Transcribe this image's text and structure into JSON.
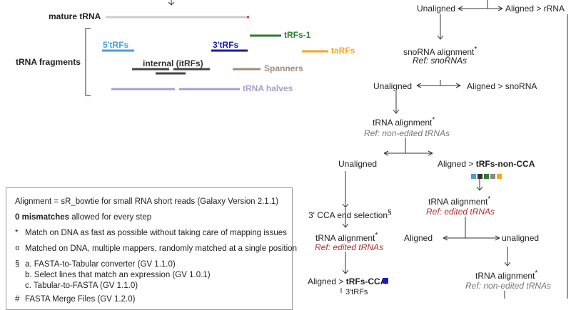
{
  "left_diagram": {
    "mature_label": "mature tRNA",
    "fragments_label": "tRNA fragments",
    "labels": {
      "five_trfs": "5'tRFs",
      "three_trfs": "3'tRFs",
      "trfs1": "tRFs-1",
      "tarfs": "taRFs",
      "internal": "internal (itRFs)",
      "spanners": "Spanners",
      "halves": "tRNA halves"
    },
    "colors": {
      "mature": "#cccccc",
      "mature_end": "#d9363e",
      "five_trfs": "#4a9fd8",
      "three_trfs": "#1a1aa6",
      "trfs1": "#2e7d32",
      "tarfs": "#f5a623",
      "internal": "#444444",
      "spanners": "#a08c7a",
      "halves": "#a99fd0"
    }
  },
  "legend": {
    "line1": "Alignment = sR_bowtie for small RNA short reads (Galaxy Version 2.1.1)",
    "line2_bold": "0 mismatches",
    "line2_rest": " allowed for every step",
    "star_symbol": "*",
    "star_text": "Match on DNA as fast as possible without taking care of mapping issues",
    "curr_symbol": "¤",
    "curr_text": "Matched on DNA, multiple mappers, randomly matched at a single position",
    "sect_symbol": "§",
    "sect_a": "a. FASTA-to-Tabular converter (GV 1.1.0)",
    "sect_b": "b. Select lines that match an expression (GV 1.0.1)",
    "sect_c": "c. Tabular-to-FASTA (GV 1.1.0)",
    "hash_symbol": "#",
    "hash_text": "FASTA Merge Files (GV 1.2.0)"
  },
  "flow": {
    "unaligned_1": "Unaligned",
    "aligned_rrna": "Aligned > rRNA",
    "snorna_alignment": "snoRNA alignment",
    "snorna_ref": "Ref: snoRNAs",
    "unaligned_2": "Unaligned",
    "aligned_snorna": "Aligned > snoRNA",
    "trna_alignment_1": "tRNA alignment",
    "ref_non_edited_1": "Ref: non-edited tRNAs",
    "unaligned_3": "Unaligned",
    "aligned_prefix": "Aligned > ",
    "trfs_non_cca": "tRFs-non-CCA",
    "cca_selection": "3' CCA end selection",
    "trna_alignment_2": "tRNA alignment",
    "ref_edited_1": "Ref: edited tRNAs",
    "trna_alignment_3": "tRNA alignment",
    "ref_edited_2": "Ref: edited tRNAs",
    "aligned_2": "Aligned",
    "unaligned_4": "unaligned",
    "trfs_cca": "tRFs-CCA",
    "three_trfs": "3'tRFs",
    "trna_alignment_4": "tRNA alignment",
    "ref_non_edited_2": "Ref: non-edited tRNAs",
    "star": "*",
    "section": "§",
    "ref_red_color": "#b03030",
    "ref_gray_color": "#777777",
    "non_cca_squares": [
      "#4a9fd8",
      "#333333",
      "#2e7d32",
      "#888888",
      "#f5a623"
    ],
    "cca_square": "#1a1acc"
  }
}
